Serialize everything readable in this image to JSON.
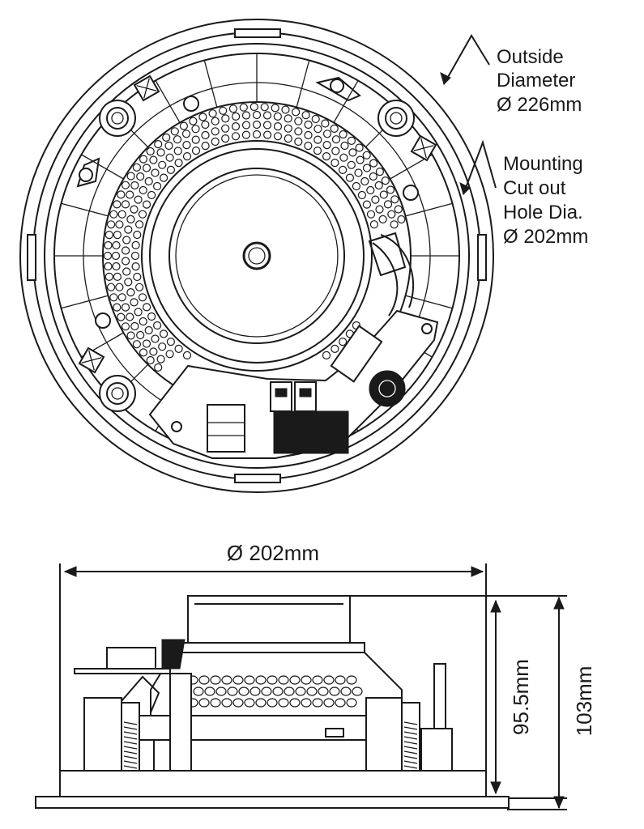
{
  "top_view": {
    "outside_label": [
      "Outside",
      "Diameter",
      "Ø 226mm"
    ],
    "mounting_label": [
      "Mounting",
      "Cut out",
      "Hole Dia.",
      "Ø 202mm"
    ]
  },
  "side_view": {
    "width_label": "Ø 202mm",
    "height_inner_label": "95.5mm",
    "height_outer_label": "103mm"
  },
  "colors": {
    "line": "#1a1a1a",
    "background": "#ffffff"
  }
}
